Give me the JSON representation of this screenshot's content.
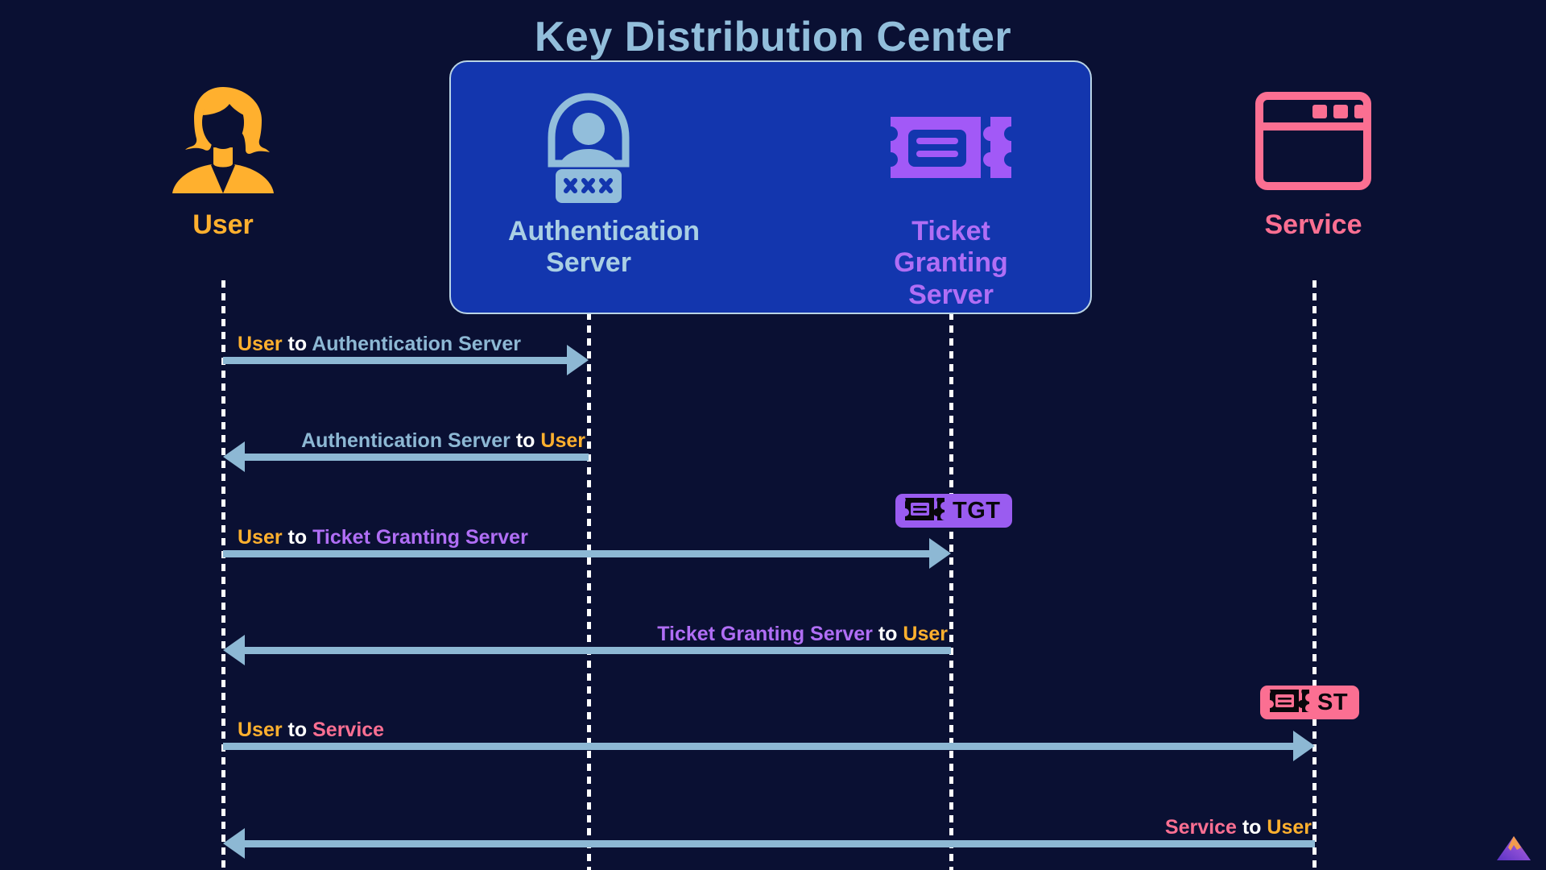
{
  "diagram": {
    "title": "Key Distribution Center",
    "background_color": "#0a1033",
    "kdc_box_color": "#1336ae",
    "kdc_border_color": "#b9d4e6"
  },
  "actors": [
    {
      "id": "user",
      "label": "User",
      "icon": "female-user-icon",
      "color": "#ffb02e",
      "inside_kdc": false
    },
    {
      "id": "authentication-server",
      "label": "Authentication\nServer",
      "icon": "user-password-icon",
      "color": "#a9cfe4",
      "inside_kdc": true
    },
    {
      "id": "ticket-granting-server",
      "label": "Ticket Granting\nServer",
      "icon": "ticket-icon",
      "color": "#b06ef5",
      "inside_kdc": true
    },
    {
      "id": "service",
      "label": "Service",
      "icon": "browser-window-icon",
      "color": "#fb6f92",
      "inside_kdc": false
    }
  ],
  "messages": [
    {
      "index": 1,
      "direction": "right",
      "from": "user",
      "to": "authentication-server",
      "parts": [
        {
          "text": "User",
          "color": "#ffb02e"
        },
        {
          "text": "to",
          "color": "#ffffff"
        },
        {
          "text": "Authentication Server",
          "color": "#8db8d4"
        }
      ]
    },
    {
      "index": 2,
      "direction": "left",
      "from": "authentication-server",
      "to": "user",
      "parts": [
        {
          "text": "Authentication Server",
          "color": "#8db8d4"
        },
        {
          "text": "to",
          "color": "#ffffff"
        },
        {
          "text": "User",
          "color": "#ffb02e"
        }
      ]
    },
    {
      "index": 3,
      "direction": "right",
      "from": "user",
      "to": "ticket-granting-server",
      "parts": [
        {
          "text": "User",
          "color": "#ffb02e"
        },
        {
          "text": "to",
          "color": "#ffffff"
        },
        {
          "text": "Ticket Granting Server",
          "color": "#b06ef5"
        }
      ]
    },
    {
      "index": 4,
      "direction": "left",
      "from": "ticket-granting-server",
      "to": "user",
      "parts": [
        {
          "text": "Ticket Granting Server",
          "color": "#b06ef5"
        },
        {
          "text": "to",
          "color": "#ffffff"
        },
        {
          "text": "User",
          "color": "#ffb02e"
        }
      ]
    },
    {
      "index": 5,
      "direction": "right",
      "from": "user",
      "to": "service",
      "parts": [
        {
          "text": "User",
          "color": "#ffb02e"
        },
        {
          "text": "to",
          "color": "#ffffff"
        },
        {
          "text": "Service",
          "color": "#fb6f92"
        }
      ]
    },
    {
      "index": 6,
      "direction": "left",
      "from": "service",
      "to": "user",
      "parts": [
        {
          "text": "Service",
          "color": "#fb6f92"
        },
        {
          "text": "to",
          "color": "#ffffff"
        },
        {
          "text": "User",
          "color": "#ffb02e"
        }
      ]
    }
  ],
  "badges": [
    {
      "id": "tgt",
      "text": "TGT",
      "icon": "ticket-icon",
      "background_color": "#9a5cf0",
      "text_color": "#08070c",
      "on_lifeline": "ticket-granting-server"
    },
    {
      "id": "st",
      "text": "ST",
      "icon": "ticket-icon",
      "background_color": "#fb6f92",
      "text_color": "#08070c",
      "on_lifeline": "service"
    }
  ],
  "corner_logo": {
    "icon": "mountain-logo-icon",
    "colors": [
      "#6b3fd4",
      "#f08a3c"
    ]
  }
}
